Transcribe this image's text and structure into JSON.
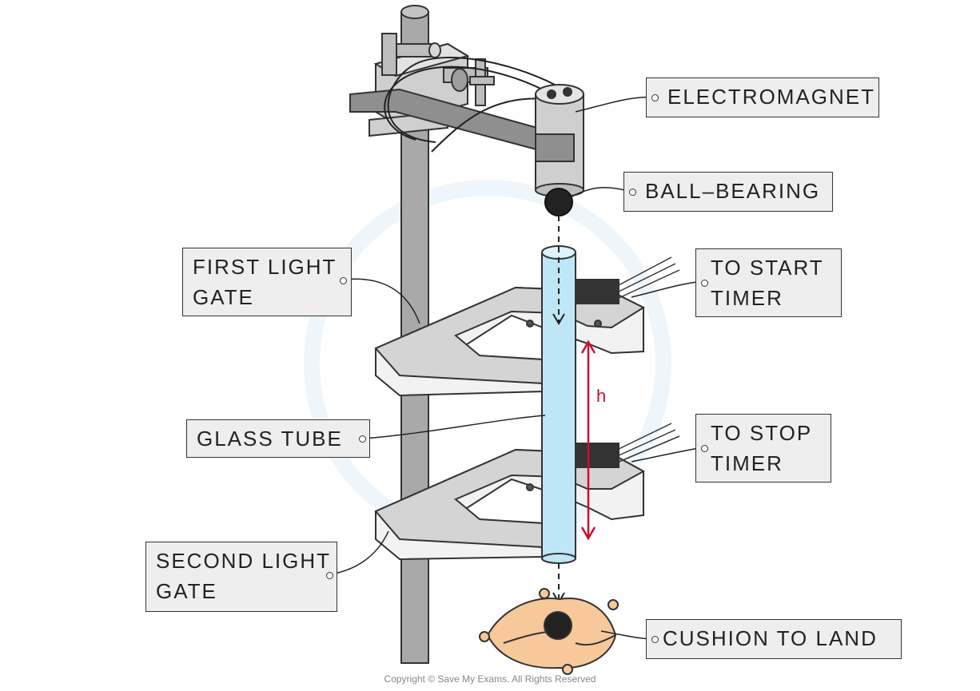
{
  "labels": {
    "electromagnet": "ELECTROMAGNET",
    "ball_bearing": "BALL–BEARING",
    "first_gate_line1": "FIRST  LIGHT",
    "first_gate_line2": "GATE",
    "to_start_line1": "TO  START",
    "to_start_line2": "TIMER",
    "glass_tube": "GLASS  TUBE",
    "to_stop_line1": "TO  STOP",
    "to_stop_line2": "TIMER",
    "second_gate_line1": "SECOND  LIGHT",
    "second_gate_line2": "GATE",
    "cushion": "CUSHION  TO  LAND"
  },
  "height_symbol": "h",
  "copyright": "Copyright © Save My Exams. All Rights Reserved",
  "colors": {
    "tube": "#bfe6f5",
    "height_arrow": "#c8102e",
    "cushion": "#f6c89a",
    "gate": "#d4d4d4",
    "stand": "#a9a9a9"
  }
}
